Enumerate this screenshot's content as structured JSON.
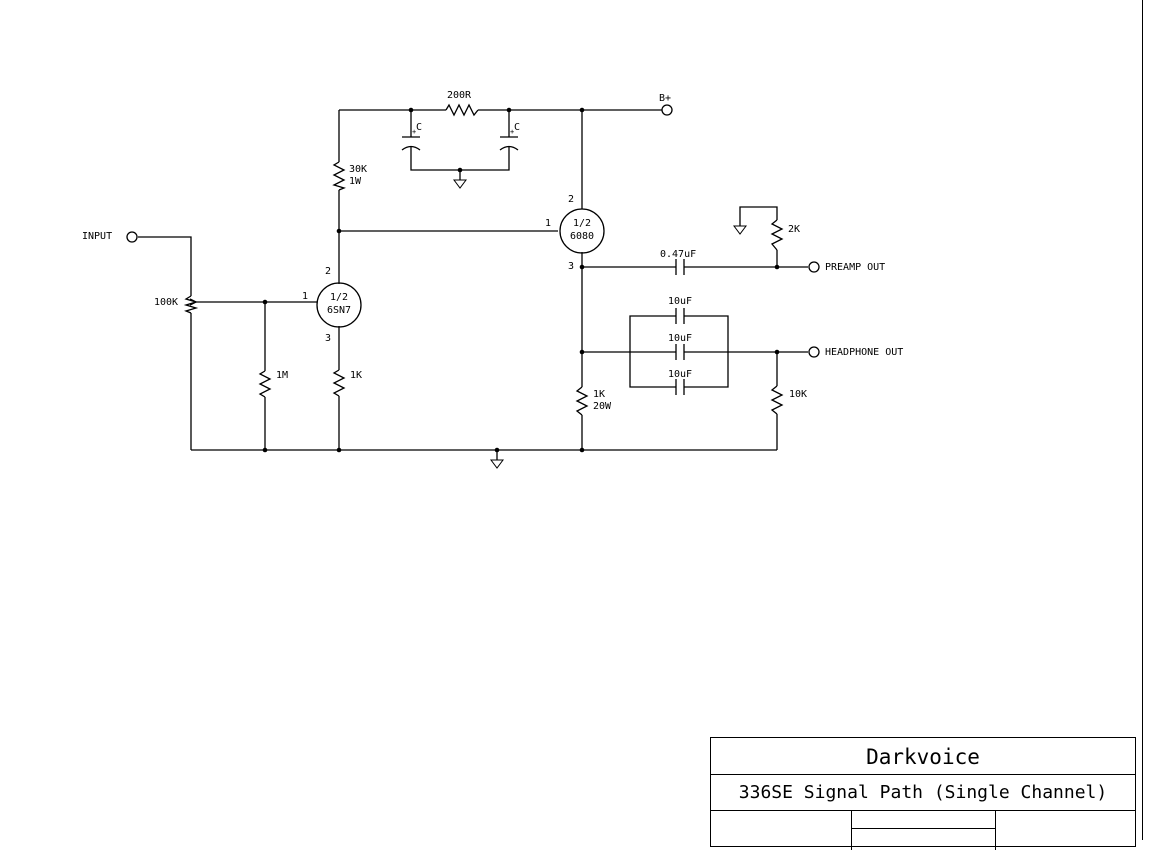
{
  "labels": {
    "input": "INPUT",
    "b_plus": "B+",
    "preamp_out": "PREAMP OUT",
    "headphone_out": "HEADPHONE OUT",
    "pot_100k": "100K",
    "r_200r": "200R",
    "r_30k": "30K",
    "r_30k_power": "1W",
    "r_1m": "1M",
    "r_1k_cathode": "1K",
    "r_1k_load": "1K",
    "r_1k_load_power": "20W",
    "r_10k": "10K",
    "r_2k": "2K",
    "cap_c1": "C",
    "cap_c2": "C",
    "cap_047": "0.47uF",
    "cap_10a": "10uF",
    "cap_10b": "10uF",
    "cap_10c": "10uF",
    "tube1_line1": "1/2",
    "tube1_line2": "6SN7",
    "tube2_line1": "1/2",
    "tube2_line2": "6080",
    "tube1_pin_grid": "1",
    "tube1_pin_plate": "2",
    "tube1_pin_cathode": "3",
    "tube2_pin_grid": "1",
    "tube2_pin_plate": "2",
    "tube2_pin_cathode": "3"
  },
  "title_block": {
    "company": "Darkvoice",
    "title": "336SE Signal Path (Single Channel)"
  }
}
